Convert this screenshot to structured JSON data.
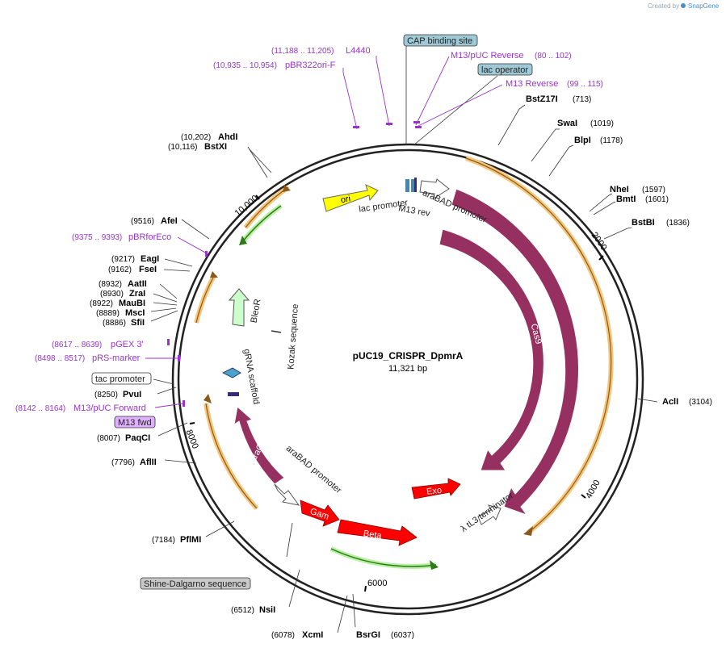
{
  "credit": {
    "prefix": "Created by",
    "brand": "SnapGene"
  },
  "plasmid": {
    "name": "pUC19_CRISPR_DpmrA",
    "length": "11,321 bp"
  },
  "ticks": [
    "2000",
    "4000",
    "6000",
    "8000",
    "10,000"
  ],
  "enzymes": [
    {
      "name": "BstZ17I",
      "pos": "(713)"
    },
    {
      "name": "SwaI",
      "pos": "(1019)"
    },
    {
      "name": "BlpI",
      "pos": "(1178)"
    },
    {
      "name": "NheI",
      "pos": "(1597)"
    },
    {
      "name": "BmtI",
      "pos": "(1601)"
    },
    {
      "name": "BstBI",
      "pos": "(1836)"
    },
    {
      "name": "AclI",
      "pos": "(3104)"
    },
    {
      "name": "BsrGI",
      "pos": "(6037)"
    },
    {
      "name": "XcmI",
      "pos": "(6078)"
    },
    {
      "name": "NsiI",
      "pos": "(6512)"
    },
    {
      "name": "PflMI",
      "pos": "(7184)"
    },
    {
      "name": "AflII",
      "pos": "(7796)"
    },
    {
      "name": "PaqCI",
      "pos": "(8007)"
    },
    {
      "name": "PvuI",
      "pos": "(8250)"
    },
    {
      "name": "SfiI",
      "pos": "(8886)"
    },
    {
      "name": "MscI",
      "pos": "(8889)"
    },
    {
      "name": "MauBI",
      "pos": "(8922)"
    },
    {
      "name": "ZraI",
      "pos": "(8930)"
    },
    {
      "name": "AatII",
      "pos": "(8932)"
    },
    {
      "name": "FseI",
      "pos": "(9162)"
    },
    {
      "name": "EagI",
      "pos": "(9217)"
    },
    {
      "name": "AfeI",
      "pos": "(9516)"
    },
    {
      "name": "BstXI",
      "pos": "(10,116)"
    },
    {
      "name": "AhdI",
      "pos": "(10,202)"
    }
  ],
  "primers": [
    {
      "name": "L4440",
      "pos": "(11,188 .. 11,205)"
    },
    {
      "name": "pBR322ori-F",
      "pos": "(10,935 .. 10,954)"
    },
    {
      "name": "M13/pUC Reverse",
      "pos": "(80 .. 102)"
    },
    {
      "name": "M13 Reverse",
      "pos": "(99 .. 115)"
    },
    {
      "name": "pBRforEco",
      "pos": "(9375 .. 9393)"
    },
    {
      "name": "pGEX 3'",
      "pos": "(8617 .. 8639)"
    },
    {
      "name": "pRS-marker",
      "pos": "(8498 .. 8517)"
    },
    {
      "name": "M13/pUC Forward",
      "pos": "(8142 .. 8164)"
    }
  ],
  "boxed_features": [
    "CAP binding site",
    "lac operator",
    "tac promoter",
    "M13 fwd",
    "Shine-Dalgarno sequence"
  ],
  "features": {
    "ori": "ori",
    "lac_promoter": "lac promoter",
    "m13_rev": "M13 rev",
    "arabad_top": "araBAD promoter",
    "cas9_inner": "Cas9",
    "cas9_outer": "Cas9",
    "exo": "Exo",
    "tl3": "λ tL3 terminator",
    "beta": "Beta",
    "gam": "Gam",
    "arabad_bottom": "araBAD promoter",
    "arac": "araC",
    "bleor": "BleoR",
    "kozak": "Kozak sequence",
    "grna": "gRNA scaffold"
  },
  "colors": {
    "cas": "#963060",
    "red": "#ff0000",
    "ori": "#ffff00",
    "bleo": "#ccffcc",
    "orf_orange": "#f5c57a",
    "orf_green": "#b6f0a0",
    "primer": "#9933cc",
    "cap_box": "#9fc9d6",
    "m13fwd_box": "#e0b0ff",
    "sd_box": "#c8c8c8"
  }
}
